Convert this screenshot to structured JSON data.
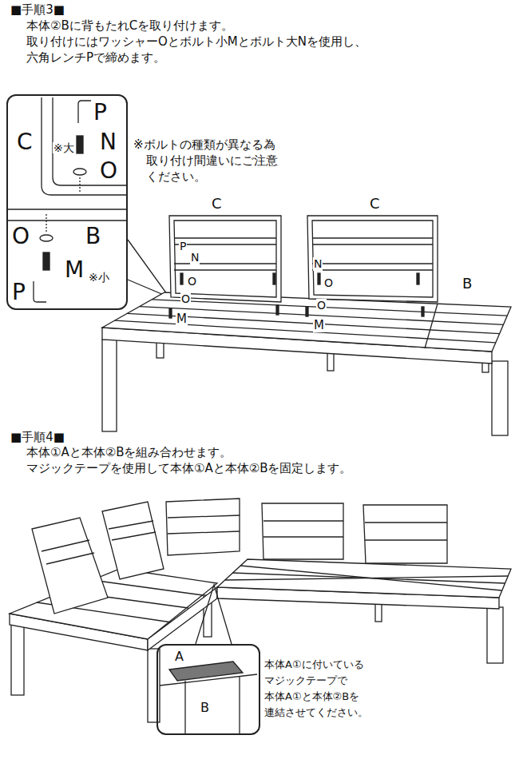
{
  "diagram": {
    "nodes": [
      {
        "text": [
          "P",
          "C",
          "※大",
          "N",
          "O",
          "O",
          "B",
          "M",
          "※小",
          "P"
        ]
      },
      {
        "text": [
          "A",
          "B"
        ]
      }
    ],
    "labels": [
      "■手順3■",
      "本体②Bに背もたれCを取り付けます。",
      "取り付けにはワッシャーOとボルト小Mとボルト大Nを使用し、",
      "六角レンチPで締めます。",
      "※ボルトの種類が異なる為",
      "取り付け間違いにご注意",
      "ください。",
      "C",
      "C",
      "B",
      "P",
      "N",
      "O",
      "O",
      "M",
      "N",
      "O",
      "O",
      "M",
      "■手順4■",
      "本体①Aと本体②Bを組み合わせます。",
      "マジックテープを使用して本体①Aと本体②Bを固定します。",
      "本体A①に付いている",
      "マジックテープで",
      "本体A①と本体②Bを",
      "連結させてください。"
    ]
  }
}
